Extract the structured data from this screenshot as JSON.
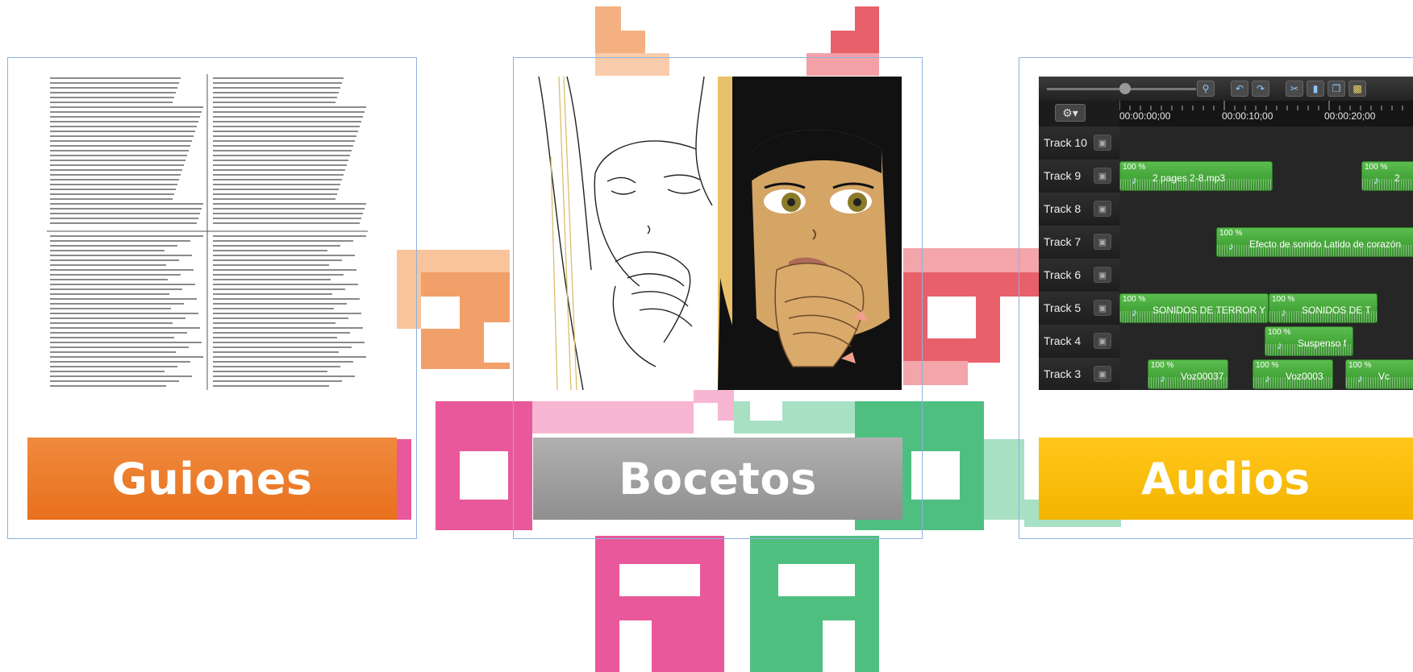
{
  "labels": {
    "guiones": "Guiones",
    "bocetos": "Bocetos",
    "audios": "Audios"
  },
  "colors": {
    "orange": "#f08a3e",
    "gray": "#a8a8a8",
    "yellow": "#ffc000",
    "pink": "#e8589a",
    "green": "#4fbf80",
    "red": "#e8606a",
    "panel_border": "#8fb1dc"
  },
  "editor": {
    "timecodes": [
      "00:00:00;00",
      "00:00:10;00",
      "00:00:20;00"
    ],
    "tracks": [
      {
        "name": "Track 10",
        "clips": []
      },
      {
        "name": "Track 9",
        "clips": [
          {
            "pct": "100 %",
            "name": "2 pages 2-8.mp3"
          },
          {
            "pct": "100 %",
            "name": "2"
          }
        ]
      },
      {
        "name": "Track 8",
        "clips": []
      },
      {
        "name": "Track 7",
        "clips": [
          {
            "pct": "100 %",
            "name": "Efecto de sonido Latido de corazón"
          }
        ]
      },
      {
        "name": "Track 6",
        "clips": []
      },
      {
        "name": "Track 5",
        "clips": [
          {
            "pct": "100 %",
            "name": "SONIDOS DE TERROR Y"
          },
          {
            "pct": "100 %",
            "name": "SONIDOS DE T"
          }
        ]
      },
      {
        "name": "Track 4",
        "clips": [
          {
            "pct": "100 %",
            "name": "Suspenso f"
          }
        ]
      },
      {
        "name": "Track 3",
        "clips": [
          {
            "pct": "100 %",
            "name": "Voz00037"
          },
          {
            "pct": "100 %",
            "name": "Voz0003"
          },
          {
            "pct": "100 %",
            "name": "Vc"
          }
        ]
      }
    ]
  }
}
